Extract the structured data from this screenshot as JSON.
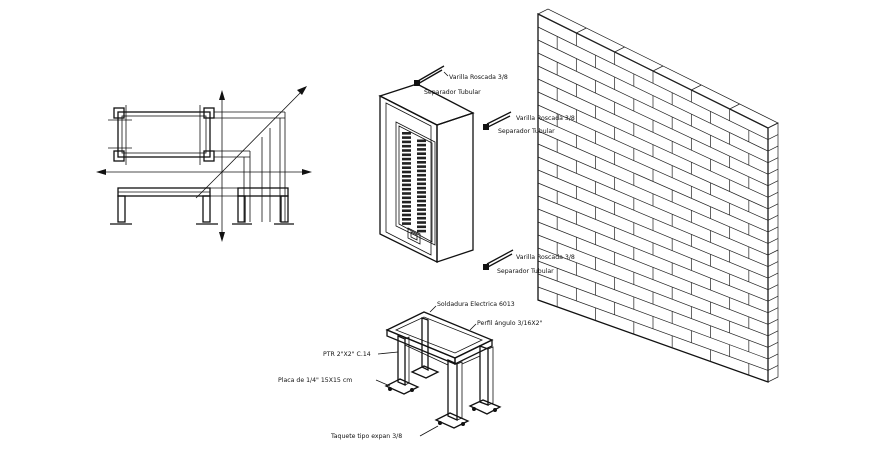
{
  "annotations": {
    "varilla_1": "Varilla Roscada 3/8",
    "separador_1": "Separador Tubular",
    "varilla_2": "Varilla Roscada 3/8",
    "separador_2": "Separador Tubular",
    "varilla_3": "Varilla Roscada 3/8",
    "separador_3": "Separador Tubular",
    "soldadura": "Soldadura Electrica 6013",
    "perfil": "Perfil ángulo 3/16X2\"",
    "ptr": "PTR 2\"X2\" C.14",
    "placa": "Placa de 1/4\" 15X15 cm",
    "taquete": "Taquete tipo expan 3/8"
  }
}
